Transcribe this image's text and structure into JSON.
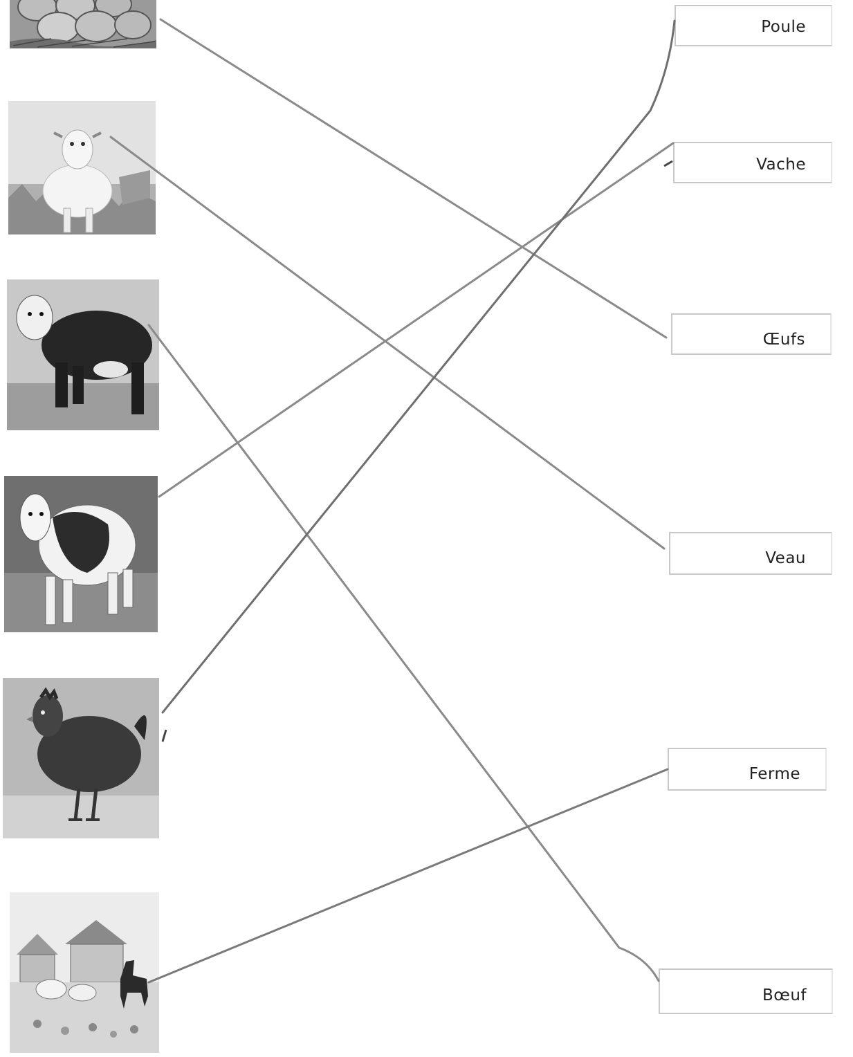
{
  "words": {
    "poule": "Poule",
    "vache": "Vache",
    "oeufs": "Œufs",
    "veau": "Veau",
    "ferme": "Ferme",
    "boeuf": "Bœuf"
  },
  "pictures": [
    {
      "id": "eggs",
      "icon": "eggs-in-nest-picture"
    },
    {
      "id": "calf",
      "icon": "white-calf-picture"
    },
    {
      "id": "ox",
      "icon": "hereford-ox-picture"
    },
    {
      "id": "cow",
      "icon": "spotted-cow-picture"
    },
    {
      "id": "hen",
      "icon": "hen-picture"
    },
    {
      "id": "farm",
      "icon": "farm-scene-picture"
    }
  ],
  "matches": [
    {
      "picture": "eggs",
      "word": "Œufs"
    },
    {
      "picture": "calf",
      "word": "Veau"
    },
    {
      "picture": "ox",
      "word": "Bœuf"
    },
    {
      "picture": "cow",
      "word": "Vache"
    },
    {
      "picture": "hen",
      "word": "Poule"
    },
    {
      "picture": "farm",
      "word": "Ferme"
    }
  ],
  "colors": {
    "line": "#8a8a8a",
    "box_border": "#c8c8c8",
    "photo_dark": "#2a2a2a",
    "photo_light": "#e8e8e8"
  }
}
